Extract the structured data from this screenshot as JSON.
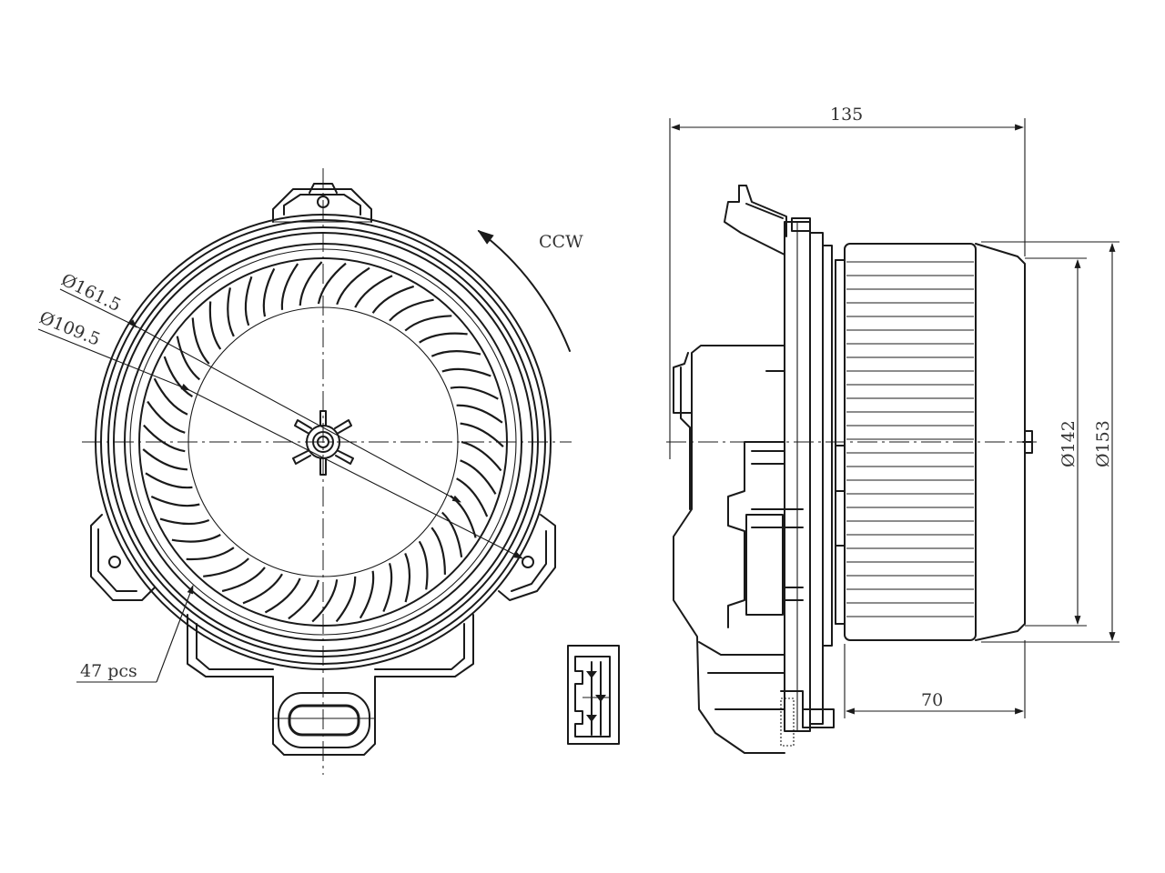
{
  "front_view": {
    "outer_diameter_label": "Ø161.5",
    "inner_diameter_label": "Ø109.5",
    "rotation_label": "CCW",
    "blade_count_label": "47 pcs"
  },
  "side_view": {
    "total_length_label": "135",
    "wheel_length_label": "70",
    "wheel_diameter_label": "Ø142",
    "housing_diameter_label": "Ø153"
  },
  "colors": {
    "line": "#1a1a1a",
    "text": "#333333",
    "background": "#ffffff"
  }
}
